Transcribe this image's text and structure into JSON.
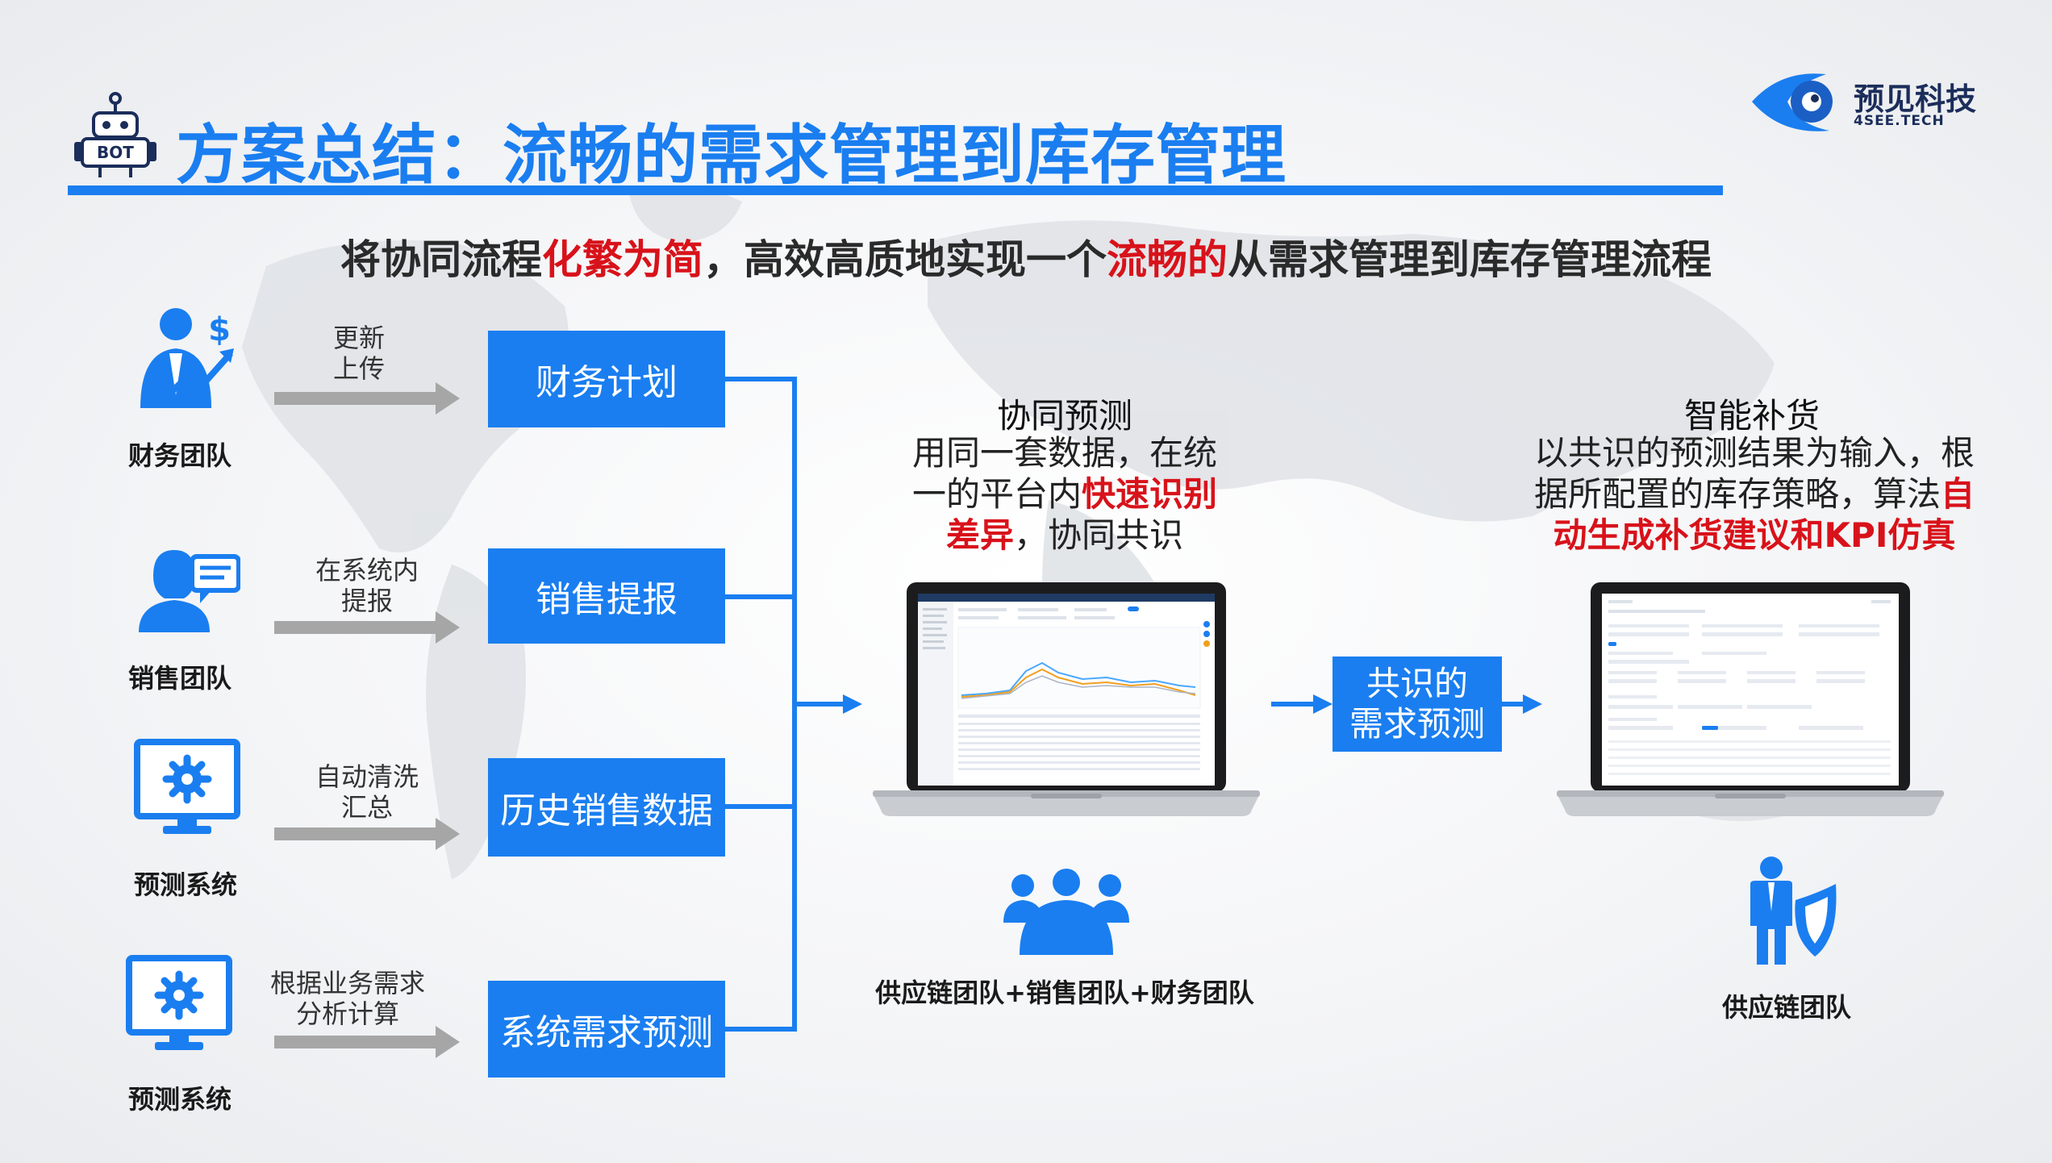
{
  "header": {
    "title": "方案总结：流畅的需求管理到库存管理",
    "logo_name": "预见科技",
    "logo_sub": "4SEE.TECH",
    "robot_badge": "BOT"
  },
  "subtitle": {
    "part1": "将协同流程",
    "part2_red": "化繁为简",
    "part3": "，高效高质地实现一个",
    "part4_red": "流畅的",
    "part5": "从需求管理到库存管理流程"
  },
  "inputs": [
    {
      "team": "财务团队",
      "note_line1": "更新",
      "note_line2": "上传",
      "box": "财务计划",
      "icon": "finance-person-icon"
    },
    {
      "team": "销售团队",
      "note_line1": "在系统内",
      "note_line2": "提报",
      "box": "销售提报",
      "icon": "sales-person-icon"
    },
    {
      "team": "预测系统",
      "note_line1": "自动清洗",
      "note_line2": "汇总",
      "box": "历史销售数据",
      "icon": "monitor-gear-icon"
    },
    {
      "team": "预测系统",
      "note_line1": "根据业务需求",
      "note_line2": "分析计算",
      "box": "系统需求预测",
      "icon": "monitor-gear-icon"
    }
  ],
  "collab": {
    "title": "协同预测",
    "desc_line1": "用同一套数据，在统",
    "desc_line2_a": "一的平台内",
    "desc_line2_red": "快速识别",
    "desc_line3_red": "差异",
    "desc_line3_b": "，协同共识",
    "team_label": "供应链团队+销售团队+财务团队"
  },
  "consensus": {
    "line1": "共识的",
    "line2": "需求预测"
  },
  "replenish": {
    "title": "智能补货",
    "desc_line1": "以共识的预测结果为输入，根",
    "desc_line2_a": "据所配置的库存策略，算法",
    "desc_line2_red": "自",
    "desc_line3_red": "动生成补货建议和KPI仿真",
    "team_label": "供应链团队"
  },
  "colors": {
    "accent": "#1a7ef0",
    "highlight": "#d8121a",
    "arrow_gray": "#a6a6a6"
  }
}
